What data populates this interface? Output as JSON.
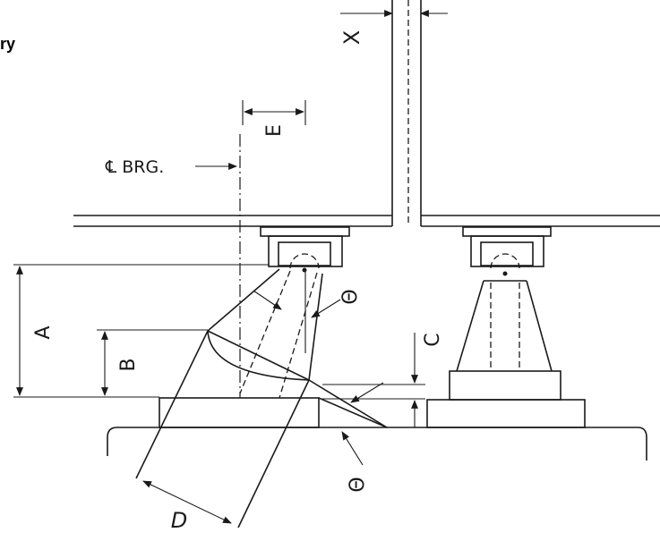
{
  "page": {
    "title_fragment": "ry"
  },
  "diagram": {
    "labels": {
      "x": "X",
      "e": "E",
      "centerline_brg": "℄ BRG.",
      "a": "A",
      "b": "B",
      "c": "C",
      "d": "D",
      "theta_upper": "Θ",
      "theta_lower": "Θ"
    }
  },
  "colors": {
    "ink": "#1a1a1a",
    "background": "#ffffff"
  }
}
